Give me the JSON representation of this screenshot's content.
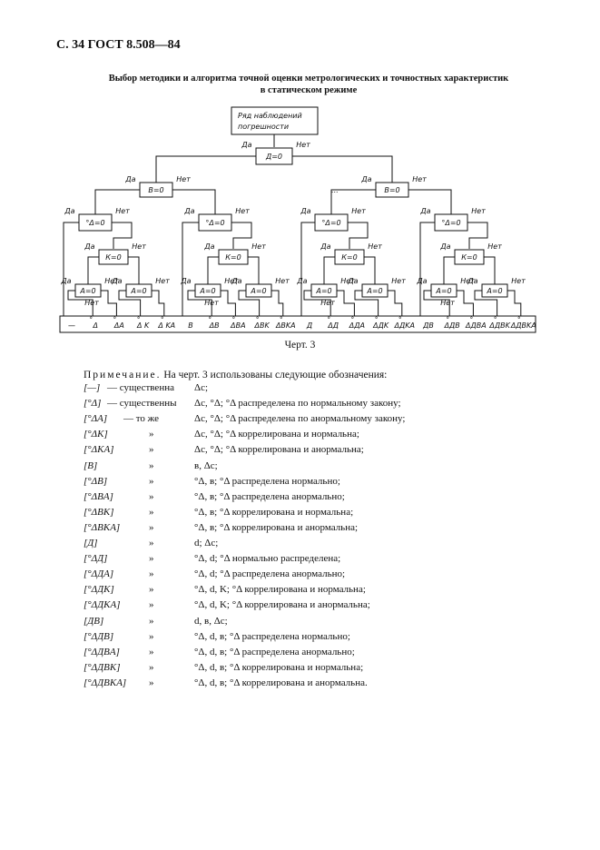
{
  "header": "С. 34 ГОСТ 8.508—84",
  "title_line1": "Выбор методики и алгоритма точной оценки метрологических и точностных характеристик",
  "title_line2": "в статическом режиме",
  "flow": {
    "root": "Ряд наблюдений погрешности",
    "root_line1": "Ряд наблюдений",
    "root_line2": "погрешности",
    "yes": "Да",
    "no": "Нет",
    "cond_d": "Д=0",
    "cond_v": "В=0",
    "cond_delta": "°Δ=0",
    "cond_k": "К=0",
    "cond_a": "А=0",
    "ellipsis": "..."
  },
  "results": [
    "—",
    "°Δ",
    "°ΔA",
    "°Δ K",
    "°Δ KA",
    "B",
    "°ΔB",
    "°ΔBA",
    "°ΔBK",
    "°ΔBKA",
    "Д",
    "°ΔД",
    "°ΔДA",
    "°ΔДK",
    "°ΔДKA",
    "ДB",
    "°ΔДB",
    "°ΔДBA",
    "°ΔДBK",
    "°ΔДBKA"
  ],
  "caption": "Черт. 3",
  "note_label": "Примечание.",
  "note_text": "На черт. 3 использованы следующие обозначения:",
  "legend": [
    {
      "code": "[—]",
      "mid": "— существенна",
      "desc": "Δс;"
    },
    {
      "code": "[°Δ]",
      "mid": "— существенны",
      "desc": "Δс, °Δ; °Δ распределена по нормальному закону;"
    },
    {
      "code": "[°ΔA]",
      "mid": "— то же",
      "desc": "Δс, °Δ; °Δ распределена по анормальному закону;"
    },
    {
      "code": "[°ΔK]",
      "mid": "»",
      "desc": "Δс, °Δ; °Δ коррелирована и нормальна;"
    },
    {
      "code": "[°ΔKA]",
      "mid": "»",
      "desc": "Δс, °Δ; °Δ коррелирована и анормальна;"
    },
    {
      "code": "[B]",
      "mid": "»",
      "desc": "в, Δс;"
    },
    {
      "code": "[°ΔB]",
      "mid": "»",
      "desc": "°Δ, в; °Δ распределена нормально;"
    },
    {
      "code": "[°ΔBA]",
      "mid": "»",
      "desc": "°Δ, в; °Δ распределена анормально;"
    },
    {
      "code": "[°ΔBK]",
      "mid": "»",
      "desc": "°Δ, в; °Δ коррелирована и нормальна;"
    },
    {
      "code": "[°ΔBKA]",
      "mid": "»",
      "desc": "°Δ, в; °Δ коррелирована и анормальна;"
    },
    {
      "code": "[Д]",
      "mid": "»",
      "desc": "d; Δс;"
    },
    {
      "code": "[°ΔД]",
      "mid": "»",
      "desc": "°Δ, d; °Δ нормально распределена;"
    },
    {
      "code": "[°ΔДA]",
      "mid": "»",
      "desc": "°Δ, d; °Δ распределена анормально;"
    },
    {
      "code": "[°ΔДK]",
      "mid": "»",
      "desc": "°Δ, d, K; °Δ коррелирована и нормальна;"
    },
    {
      "code": "[°ΔДKA]",
      "mid": "»",
      "desc": "°Δ, d, K; °Δ коррелирована и анормальна;"
    },
    {
      "code": "[ДB]",
      "mid": "»",
      "desc": "d, в, Δс;"
    },
    {
      "code": "[°ΔДB]",
      "mid": "»",
      "desc": "°Δ, d, в; °Δ распределена нормально;"
    },
    {
      "code": "[°ΔДBA]",
      "mid": "»",
      "desc": "°Δ, d, в; °Δ распределена анормально;"
    },
    {
      "code": "[°ΔДBK]",
      "mid": "»",
      "desc": "°Δ, d, в; °Δ коррелирована и нормальна;"
    },
    {
      "code": "[°ΔДBKA]",
      "mid": "»",
      "desc": "°Δ, d, в; °Δ коррелирована и анормальна."
    }
  ]
}
